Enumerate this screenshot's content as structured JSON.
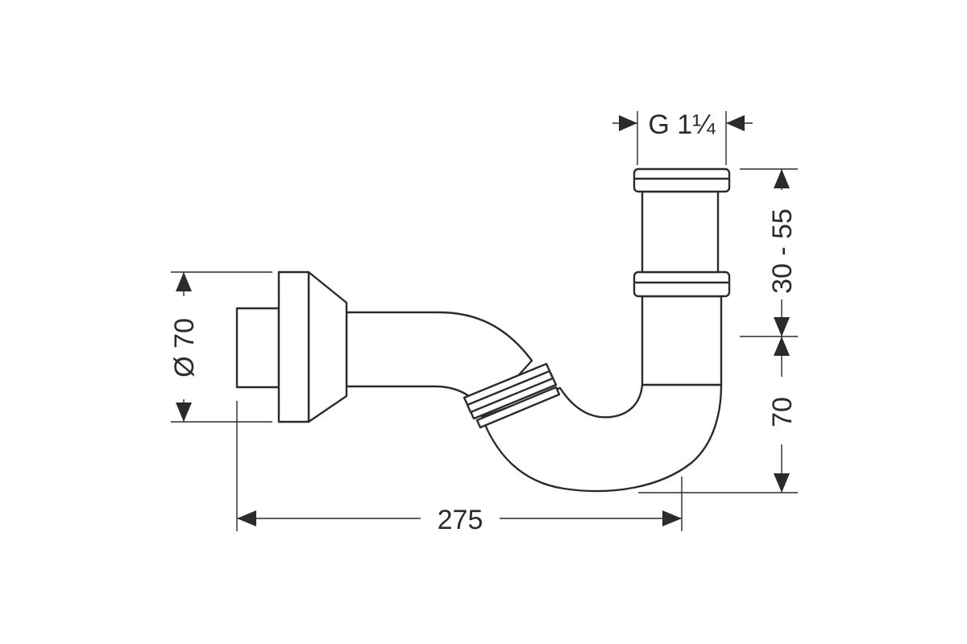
{
  "diagram": {
    "line_color": "#2b2b2b",
    "background": "#ffffff",
    "dimensions": {
      "thread": "G 1¼",
      "height_adjust": "30 - 55",
      "height_lower": "70",
      "wall_diameter": "Ø 70",
      "length": "275"
    }
  }
}
